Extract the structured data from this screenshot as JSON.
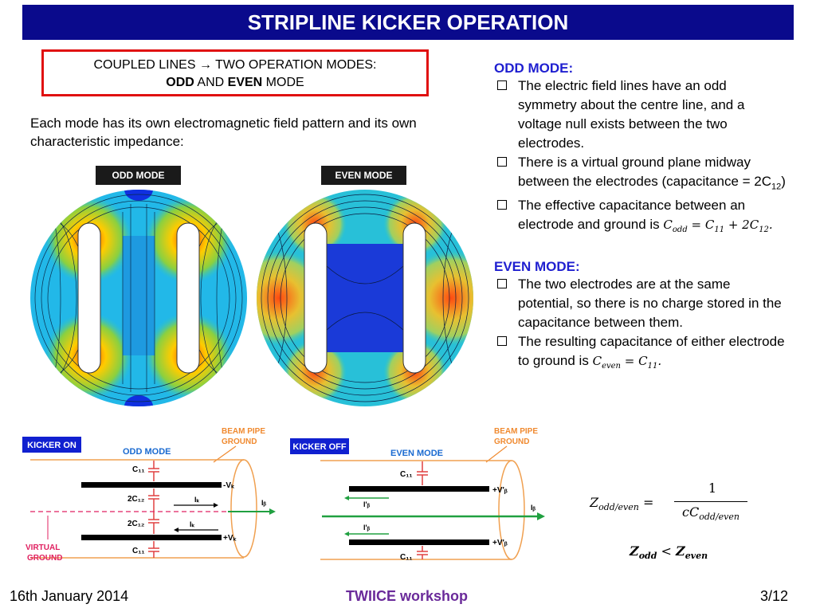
{
  "title": "STRIPLINE KICKER OPERATION",
  "callout": {
    "line1": "COUPLED LINES → TWO OPERATION MODES:",
    "odd": "ODD",
    "and": " AND ",
    "even": "EVEN",
    "mode": " MODE"
  },
  "intro": "Each mode has its own electromagnetic field pattern and its own characteristic impedance:",
  "images": {
    "odd_label": "ODD MODE",
    "even_label": "EVEN MODE"
  },
  "odd_mode": {
    "heading": "ODD MODE:",
    "b1": "The electric field lines have an odd symmetry about the centre line, and a voltage null exists between the two electrodes.",
    "b2_pre": "There is a virtual ground plane midway between the electrodes (capacitance = 2C",
    "b2_sub": "12",
    "b2_post": ")",
    "b3_pre": "The effective capacitance between an electrode and ground is",
    "b3_eq": "C<sub>odd</sub> = C<sub>11</sub> + 2C<sub>12</sub>."
  },
  "even_mode": {
    "heading": "EVEN MODE:",
    "b1": "The two electrodes are at the same potential, so there is no charge stored in the capacitance between them.",
    "b2_pre": "The resulting capacitance of either electrode to ground is",
    "b2_eq": "C<sub>even</sub> = C<sub>11</sub>."
  },
  "diagram_left": {
    "badge": "KICKER ON",
    "mode": "ODD MODE",
    "pipe": "BEAM PIPE",
    "ground": "GROUND",
    "c11a": "C₁₁",
    "c12a": "2C₁₂",
    "c12b": "2C₁₂",
    "c11b": "C₁₁",
    "vminus": "-Vₖ",
    "vplus": "+Vₖ",
    "ik1": "Iₖ",
    "ik2": "Iₖ",
    "ib": "Iᵦ",
    "virtual": "VIRTUAL",
    "vground": "GROUND"
  },
  "diagram_right": {
    "badge": "KICKER OFF",
    "mode": "EVEN MODE",
    "pipe": "BEAM PIPE",
    "ground": "GROUND",
    "c11a": "C₁₁",
    "c11b": "C₁₁",
    "v1": "+V'ᵦ",
    "v2": "+V'ᵦ",
    "i1": "I'ᵦ",
    "i2": "I'ᵦ",
    "ib": "Iᵦ"
  },
  "formula": {
    "lhs": "Z",
    "lhs_sub": "odd/even",
    "num": "1",
    "den": "cC",
    "den_sub": "odd/even"
  },
  "inequality": {
    "z1": "Z",
    "s1": "odd",
    "op": " < ",
    "z2": "Z",
    "s2": "even"
  },
  "footer": {
    "date": "16th January 2014",
    "workshop": "TWIICE workshop",
    "page": "3/12"
  },
  "colors": {
    "title_bg": "#0a0a8c",
    "accent_blue": "#1f1fd0",
    "callout_border": "#e01010",
    "pipe_orange": "#f0a050",
    "footer_purple": "#6a2a9a"
  }
}
